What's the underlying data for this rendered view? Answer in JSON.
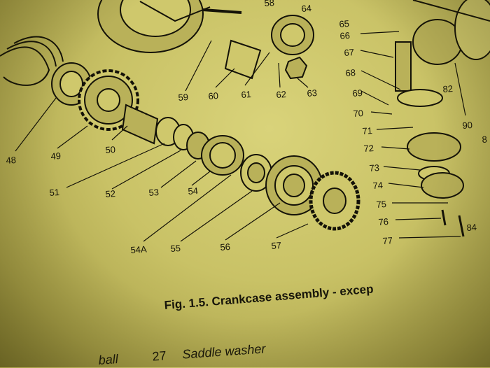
{
  "figure": {
    "caption": "Fig. 1.5. Crankcase assembly - excep",
    "legend_fragment_left": "ball",
    "legend_number": "27",
    "legend_text": "Saddle washer"
  },
  "part_numbers": {
    "p48": "48",
    "p49": "49",
    "p50": "50",
    "p51": "51",
    "p52": "52",
    "p53": "53",
    "p54": "54",
    "p54a": "54A",
    "p55": "55",
    "p56": "56",
    "p57": "57",
    "p58": "58",
    "p59": "59",
    "p60": "60",
    "p61": "61",
    "p62": "62",
    "p63": "63",
    "p64": "64",
    "p65": "65",
    "p66": "66",
    "p67": "67",
    "p68": "68",
    "p69": "69",
    "p70": "70",
    "p71": "71",
    "p72": "72",
    "p73": "73",
    "p74": "74",
    "p75": "75",
    "p76": "76",
    "p77": "77",
    "p82": "82",
    "p84": "84",
    "p90": "90",
    "p8": "8"
  },
  "colors": {
    "paper": "#cfc86c",
    "ink": "#141208",
    "metal": "#b9b159"
  }
}
